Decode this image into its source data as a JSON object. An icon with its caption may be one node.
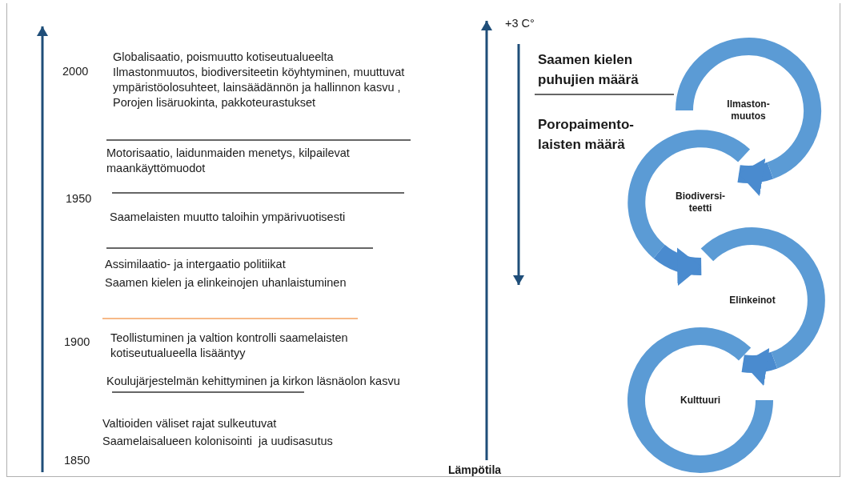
{
  "diagram": {
    "nodes": [
      {
        "text": [
          "Ilmaston- muutos"
        ]
      },
      {
        "text": [
          "Biodiversi- teetti"
        ]
      },
      {
        "text": [
          "Elinkeinot"
        ]
      },
      {
        "text": [
          "Kulttuuri"
        ]
      }
    ],
    "edges": [
      {
        "from": 0,
        "to": 1,
        "arrow": "to"
      },
      {
        "from": 1,
        "to": 2,
        "arrow": "to"
      },
      {
        "from": 2,
        "to": 3,
        "arrow": "to"
      }
    ],
    "labels": [
      "2000",
      "Globalisaatio, poismuutto kotiseutualueelta",
      "Ilmastonmuutos, biodiversiteetin köyhtyminen, muuttuvat ympäristöolosuhteet, lainsäädännön ja hallinnon kasvu , Porojen lisäruokinta, pakkoteurastukset",
      "Motorisaatio, laidunmaiden menetys, kilpailevat maankäyttömuodot",
      "1950",
      "Saamelaisten muutto taloihin ympärivuotisesti",
      "Assimilaatio- ja intergaatio politiikat",
      "Saamen kielen ja elinkeinojen uhanlaistuminen",
      "1900",
      "Teollistuminen ja valtion kontrolli saamelaisten kotiseutualueella lisääntyy",
      "Koulujärjestelmän kehittyminen ja kirkon läsnäolon kasvu",
      "Valtioiden väliset rajat sulkeutuvat",
      "Saamelaisalueen kolonisointi  ja uudisasutus",
      "1850",
      "+3 C°",
      "Saamen kielen puhujien määrä",
      "Poropaimento- laisten määrä",
      "Lämpötila"
    ]
  }
}
